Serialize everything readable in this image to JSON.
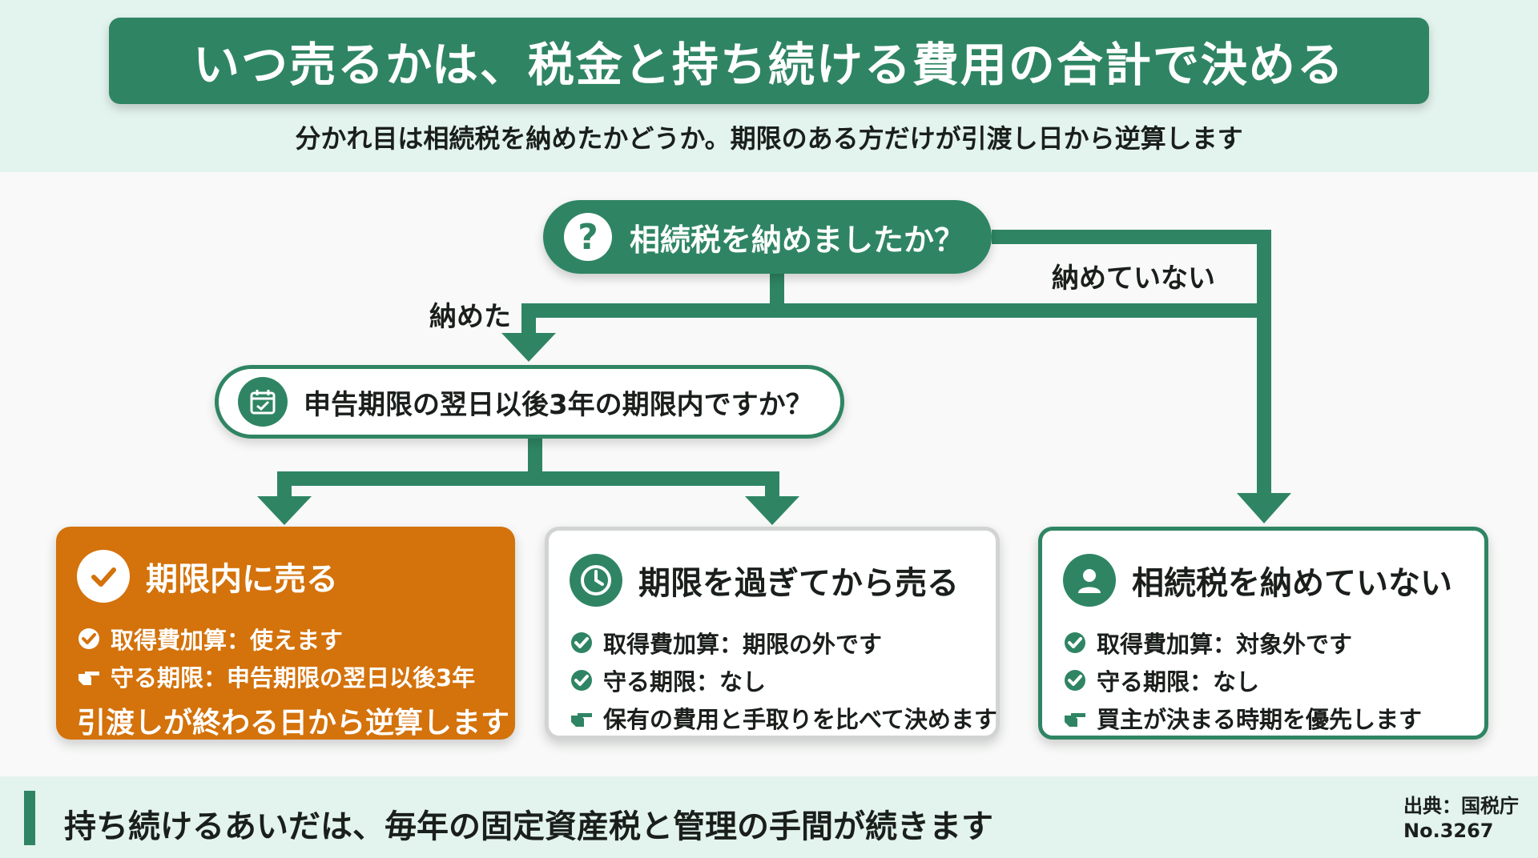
{
  "title": "いつ売るかは、税金と持ち続ける費用の合計で決める",
  "subtitle": "分かれ目は相続税を納めたかどうか。期限のある方だけが引渡し日から逆算します",
  "question1": {
    "text": "相続税を納めましたか？",
    "icon": "question-icon"
  },
  "branch_yes": "納めた",
  "branch_no": "納めていない",
  "question2": {
    "text": "申告期限の翌日以後3年の期限内ですか？",
    "icon": "calendar-icon"
  },
  "cards": [
    {
      "title": "期限内に売る",
      "icon": "check-circle-icon",
      "rows": [
        {
          "icon": "check-icon",
          "text": "取得費加算：使えます"
        },
        {
          "icon": "pointing-hand-icon",
          "text": "守る期限：申告期限の翌日以後3年"
        }
      ],
      "extra": "引渡しが終わる日から逆算します"
    },
    {
      "title": "期限を過ぎてから売る",
      "icon": "clock-icon",
      "rows": [
        {
          "icon": "check-icon",
          "text": "取得費加算：期限の外です"
        },
        {
          "icon": "check-icon",
          "text": "守る期限：なし"
        },
        {
          "icon": "pointing-hand-icon",
          "text": "保有の費用と手取りを比べて決めます"
        }
      ]
    },
    {
      "title": "相続税を納めていない",
      "icon": "person-icon",
      "rows": [
        {
          "icon": "check-icon",
          "text": "取得費加算：対象外です"
        },
        {
          "icon": "check-icon",
          "text": "守る期限：なし"
        },
        {
          "icon": "pointing-hand-icon",
          "text": "買主が決まる時期を優先します"
        }
      ]
    }
  ],
  "footer": "持ち続けるあいだは、毎年の固定資産税と管理の手間が続きます",
  "source": {
    "line1": "出典：国税庁",
    "line2": "No.3267"
  },
  "colors": {
    "green": "#2f8563",
    "orange": "#d4720b",
    "band": "#e3f3ee"
  }
}
